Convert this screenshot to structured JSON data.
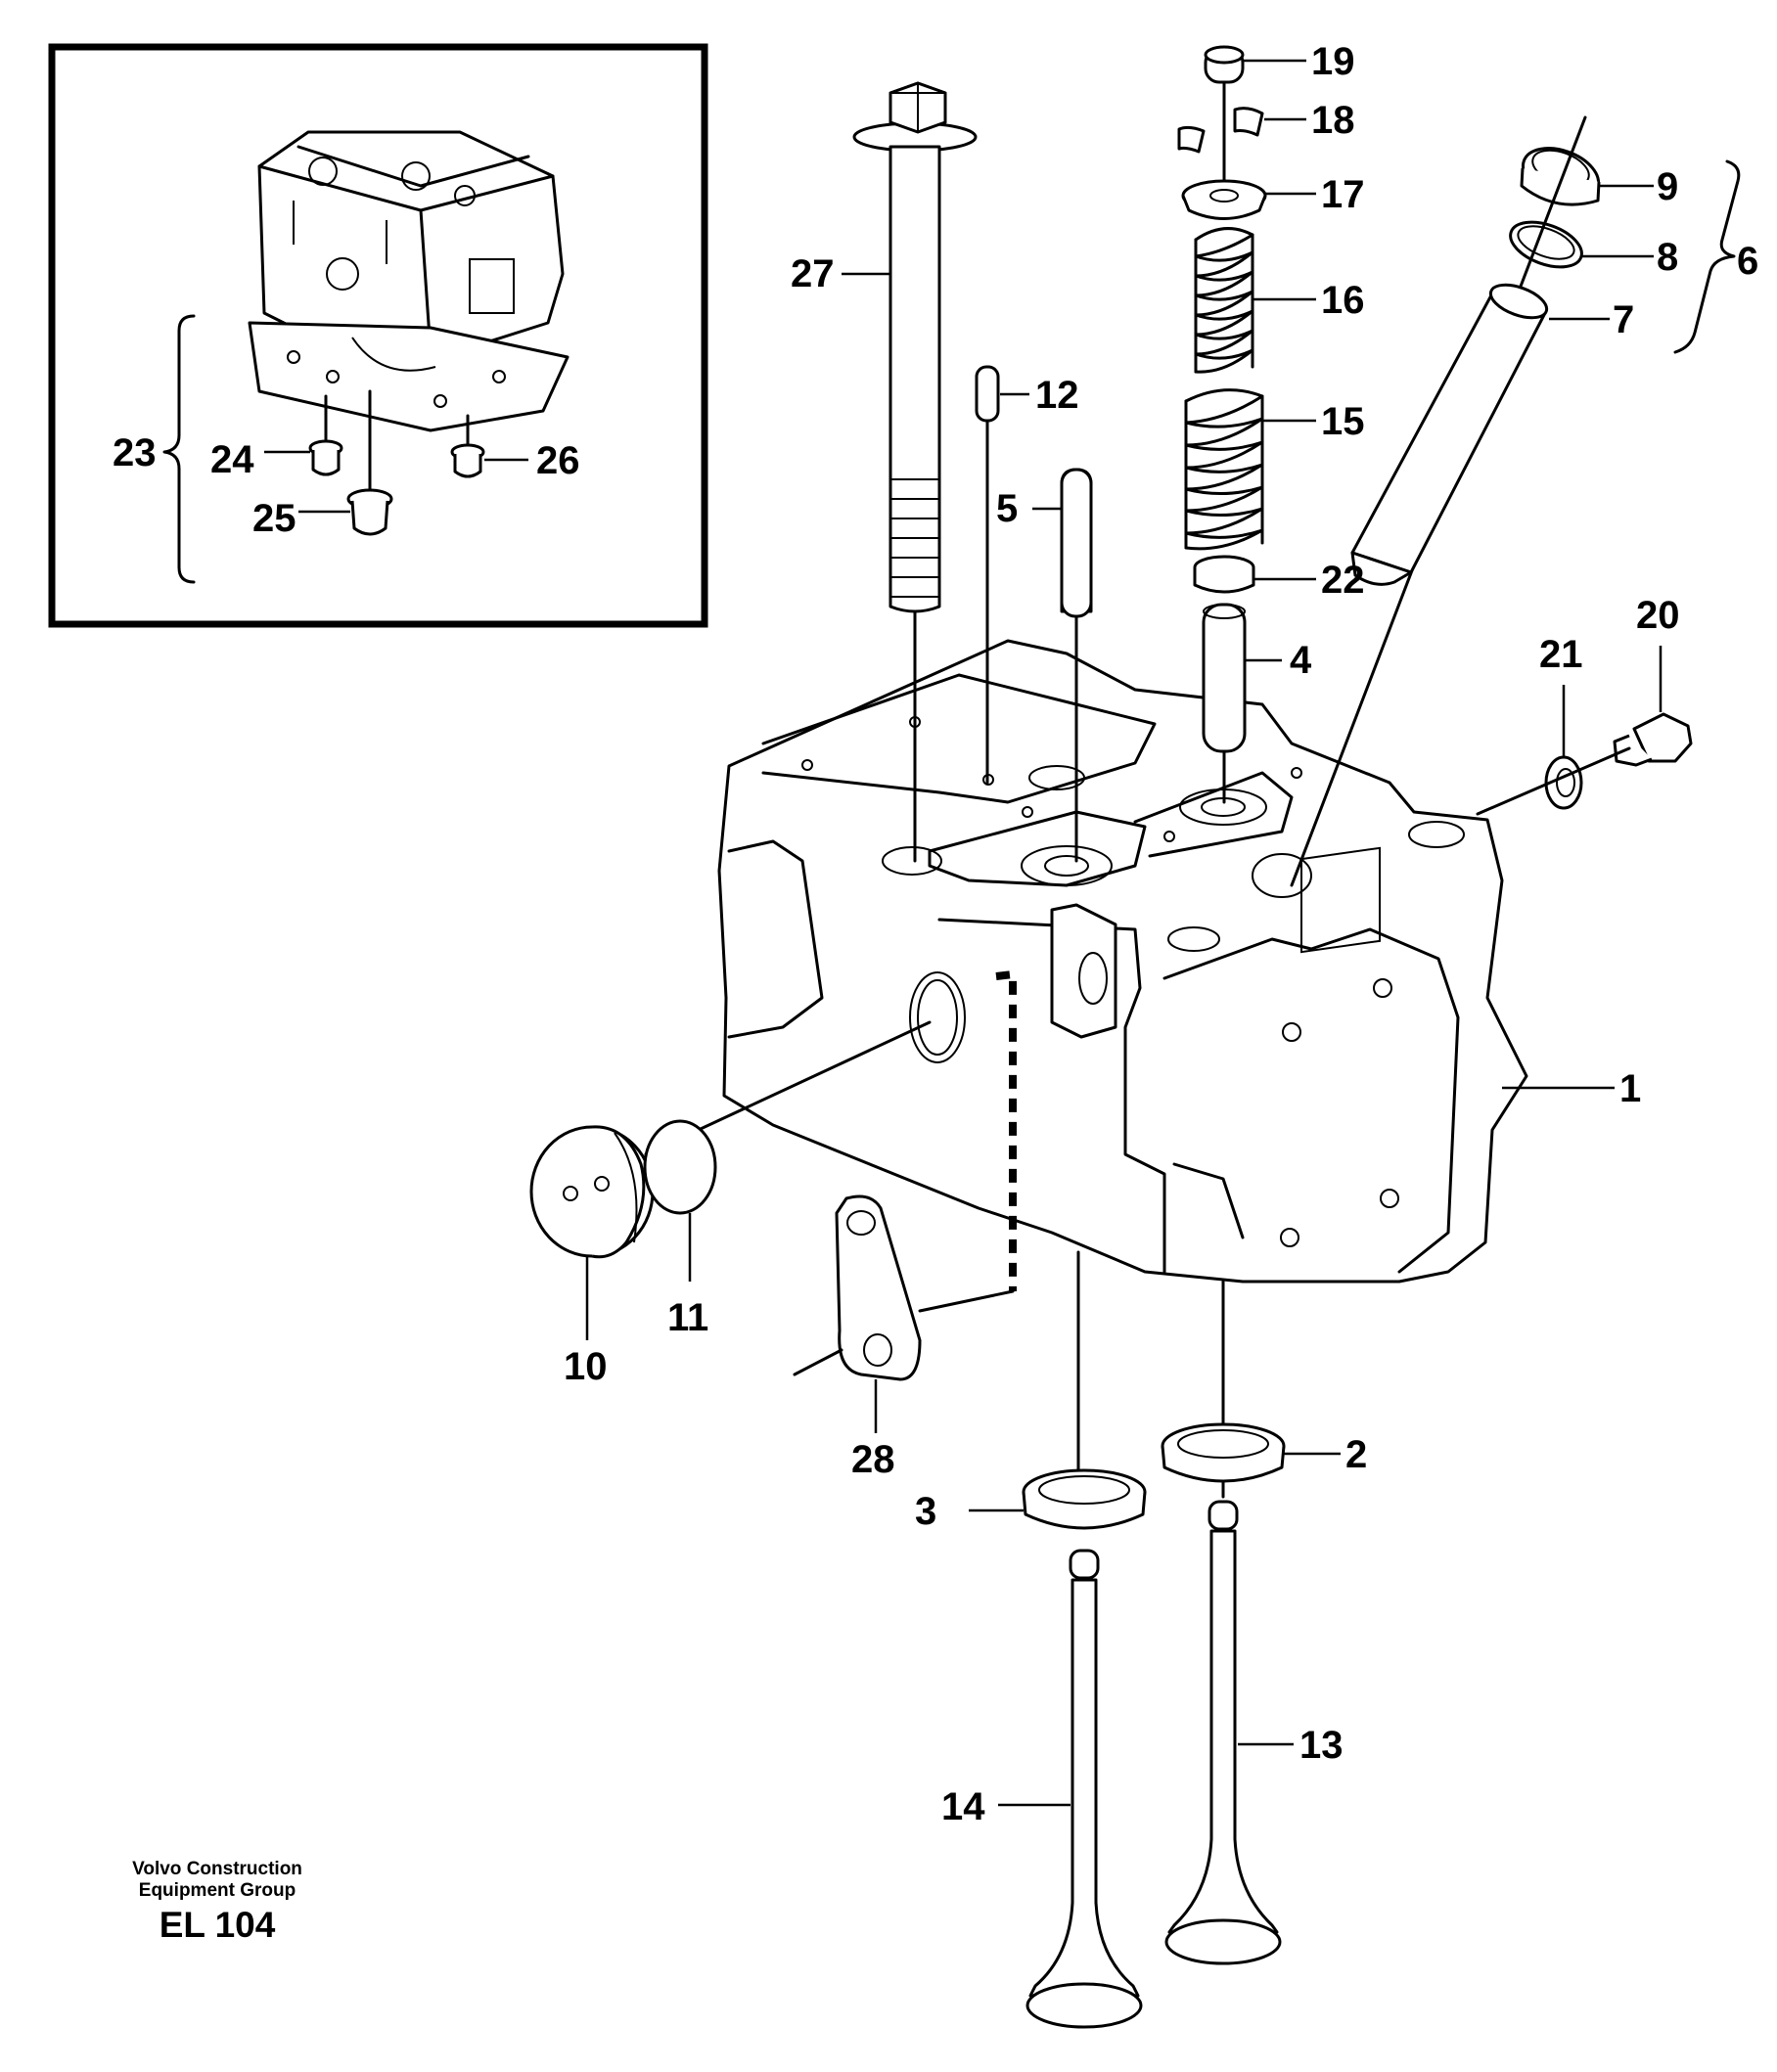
{
  "diagram": {
    "callouts": {
      "c1": "1",
      "c2": "2",
      "c3": "3",
      "c4": "4",
      "c5": "5",
      "c6": "6",
      "c7": "7",
      "c8": "8",
      "c9": "9",
      "c10": "10",
      "c11": "11",
      "c12": "12",
      "c13": "13",
      "c14": "14",
      "c15": "15",
      "c16": "16",
      "c17": "17",
      "c18": "18",
      "c19": "19",
      "c20": "20",
      "c21": "21",
      "c22": "22",
      "c23": "23",
      "c24": "24",
      "c25": "25",
      "c26": "26",
      "c27": "27",
      "c28": "28"
    },
    "footer": {
      "line1": "Volvo Construction",
      "line2": "Equipment Group",
      "code": "EL 104"
    }
  }
}
